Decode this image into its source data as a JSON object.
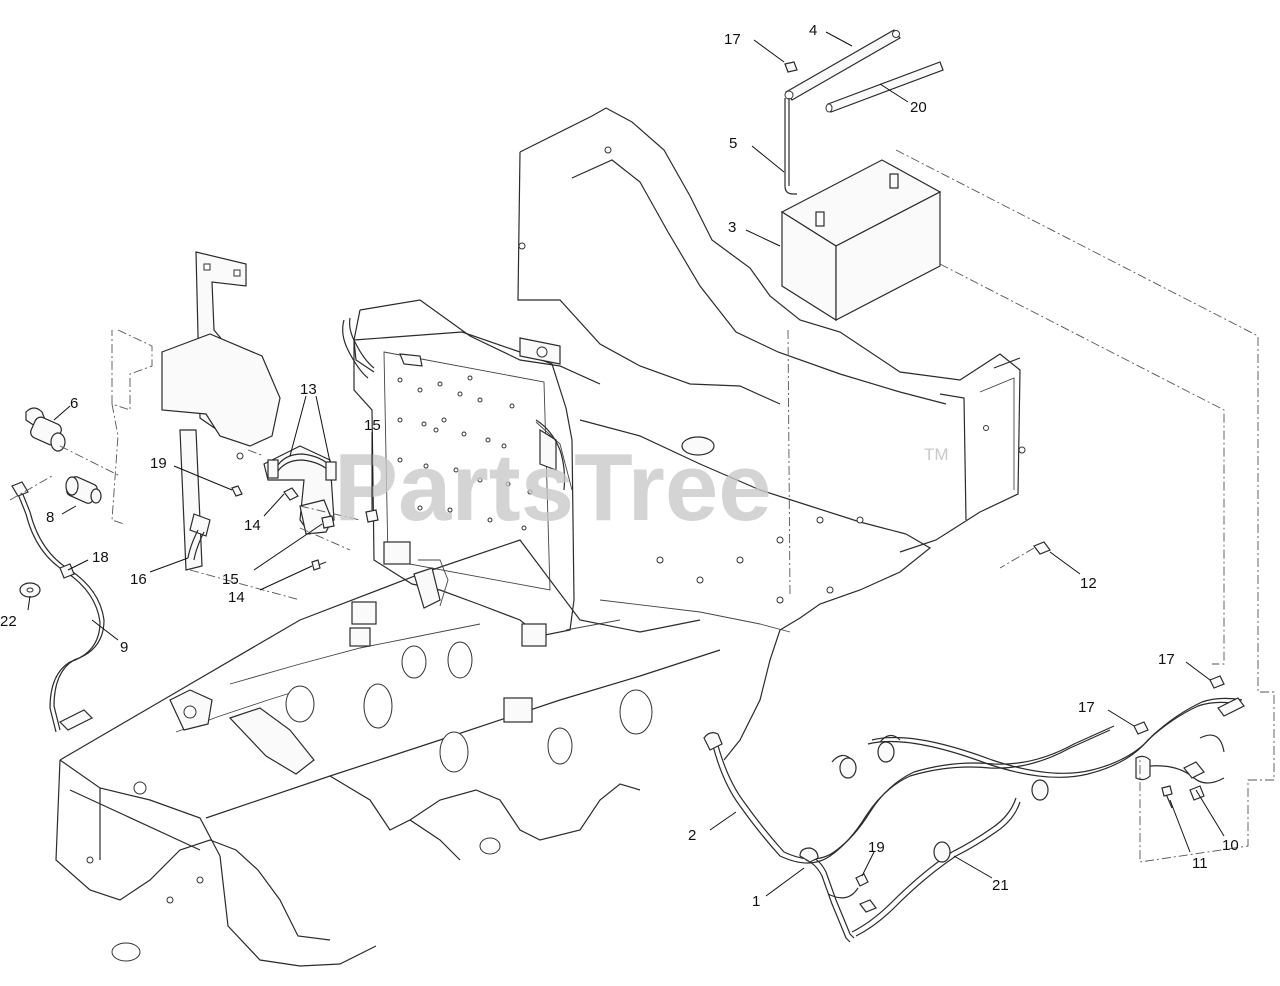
{
  "watermark": {
    "text": "PartsTree",
    "tm": "TM"
  },
  "callouts": [
    "17",
    "4",
    "20",
    "5",
    "3",
    "6",
    "19",
    "13",
    "15",
    "14",
    "8",
    "16",
    "15",
    "14",
    "18",
    "22",
    "9",
    "12",
    "17",
    "17",
    "2",
    "19",
    "1",
    "21",
    "11",
    "10"
  ]
}
